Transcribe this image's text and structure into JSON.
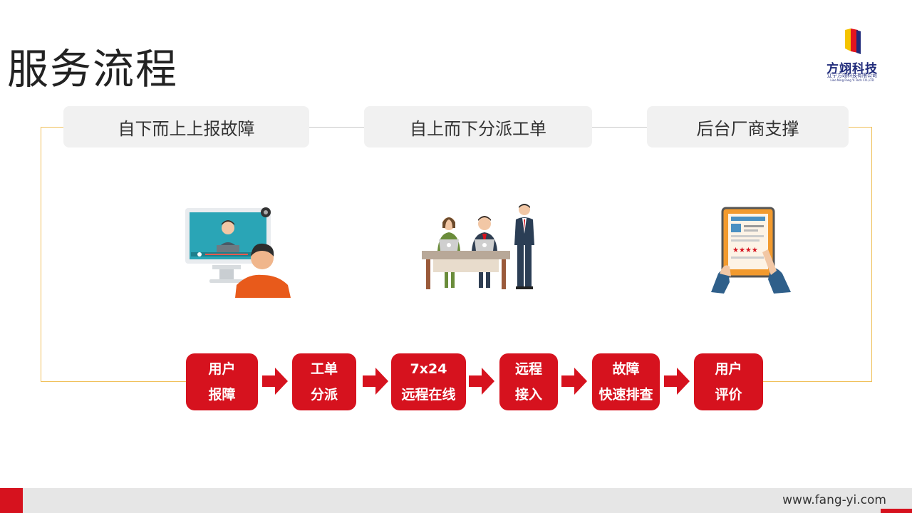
{
  "title": "服务流程",
  "logo": {
    "name": "方翊科技",
    "company_cn": "辽宁方翊科技有限公司",
    "company_en": "Liao Ning Fang Yi Tech CO.,LTD",
    "colors": {
      "yellow": "#f5c400",
      "red": "#e2151f",
      "navy": "#1f2a7a"
    }
  },
  "stages": [
    {
      "label": "自下而上上报故障",
      "icon": "video-call-icon"
    },
    {
      "label": "自上而下分派工单",
      "icon": "team-meeting-icon"
    },
    {
      "label": "后台厂商支撑",
      "icon": "tablet-rating-icon"
    }
  ],
  "steps": [
    {
      "line1": "用户",
      "line2": "报障"
    },
    {
      "line1": "工单",
      "line2": "分派"
    },
    {
      "line1": "7x24",
      "line2": "远程在线"
    },
    {
      "line1": "远程",
      "line2": "接入"
    },
    {
      "line1": "故障",
      "line2": "快速排查"
    },
    {
      "line1": "用户",
      "line2": "评价"
    }
  ],
  "footer": {
    "url": "www.fang-yi.com"
  },
  "colors": {
    "accent_red": "#d6121e",
    "frame_yellow": "#f0c05a",
    "stage_bg": "#f1f1f1"
  }
}
